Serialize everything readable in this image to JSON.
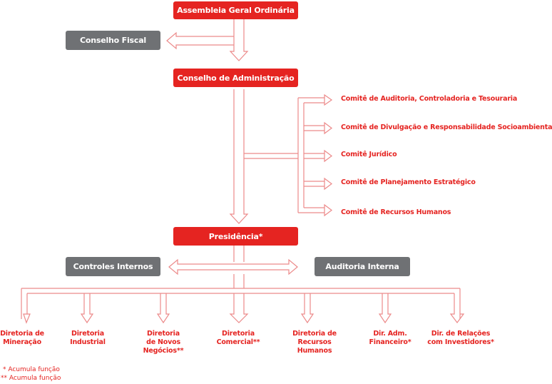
{
  "colors": {
    "accent": "#e52421",
    "gray": "#6f7174",
    "line": "#ec8a8a"
  },
  "boxes": {
    "assembleia": "Assembleia Geral Ordinária",
    "conselho_fiscal": "Conselho Fiscal",
    "conselho_adm": "Conselho de Administração",
    "presidencia": "Presidência*",
    "controles": "Controles Internos",
    "auditoria": "Auditoria Interna"
  },
  "committees": [
    "Comitê de Auditoria, Controladoria e Tesouraria",
    "Comitê de Divulgação e Responsabilidade Socioambiental",
    "Comitê Jurídico",
    "Comitê de Planejamento Estratégico",
    "Comitê de Recursos Humanos"
  ],
  "directorates": [
    "Diretoria de\nMineração",
    "Diretoria\nIndustrial",
    "Diretoria\nde Novos\nNegócios**",
    "Diretoria\nComercial**",
    "Diretoria de\nRecursos\nHumanos",
    "Dir. Adm.\nFinanceiro*",
    "Dir. de Relações\ncom Investidores*"
  ],
  "notes": [
    "* Acumula função",
    "** Acumula função"
  ]
}
